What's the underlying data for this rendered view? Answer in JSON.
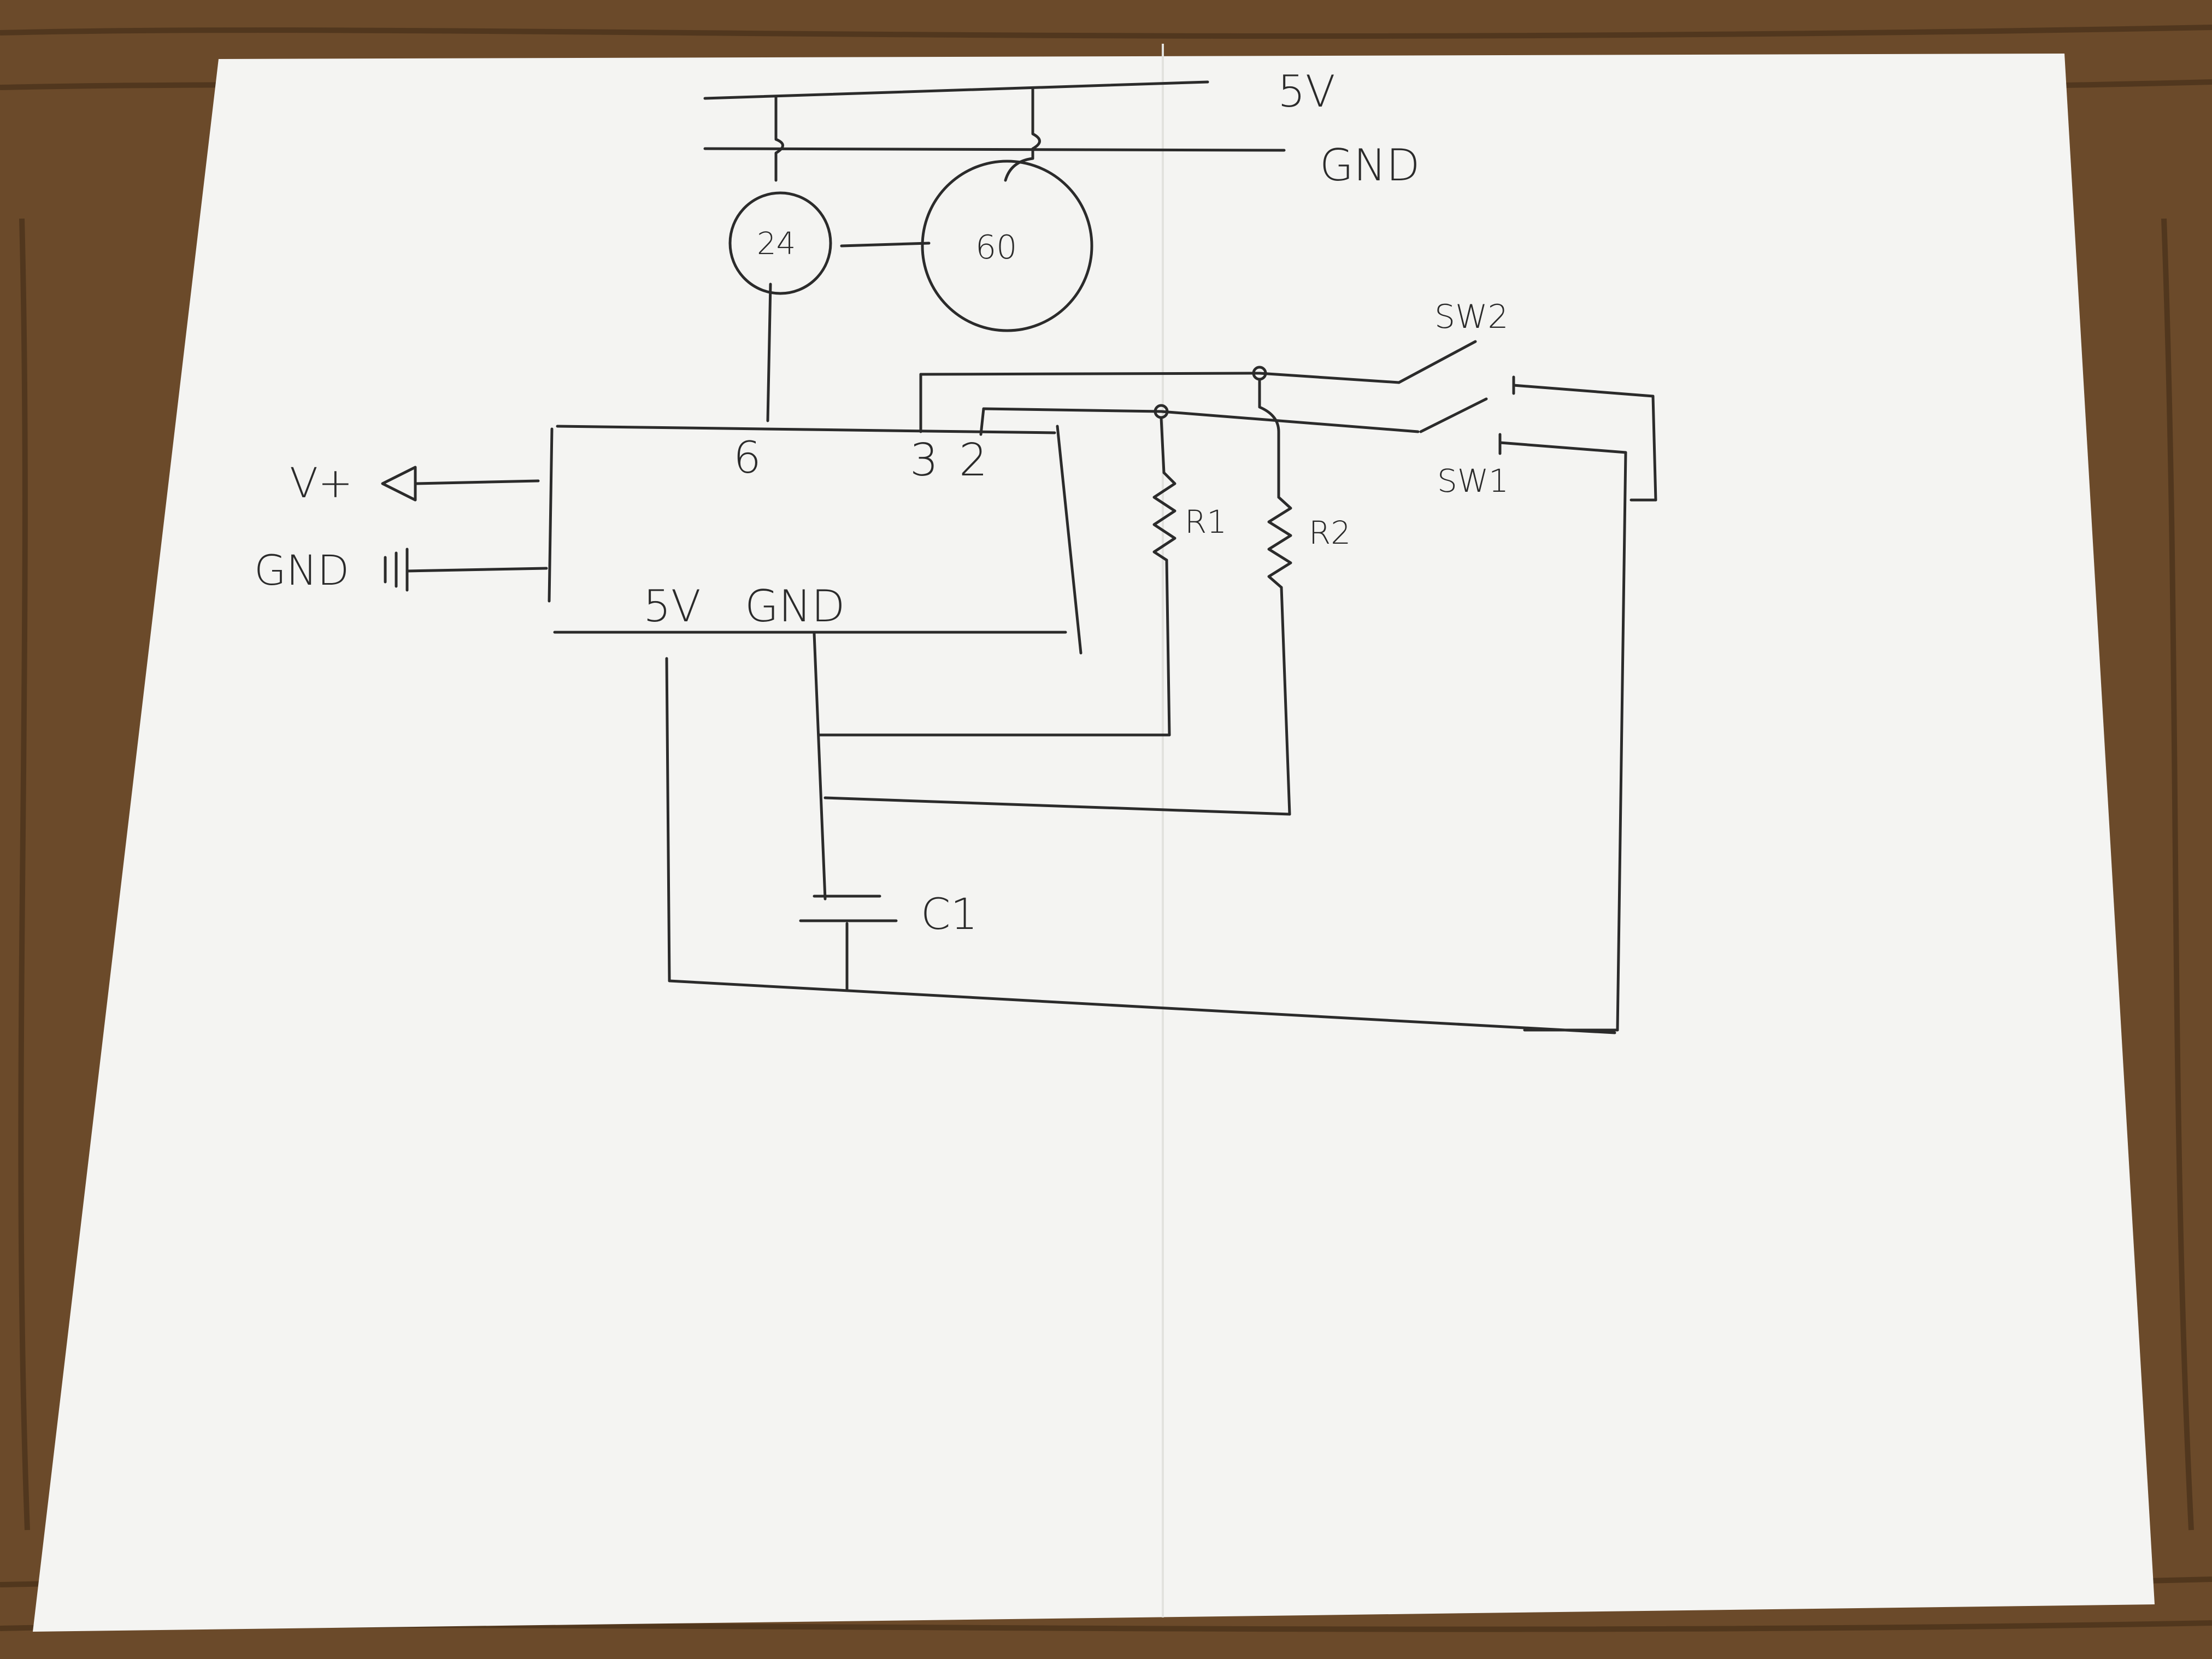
{
  "colors": {
    "desk": "#6b4a2a",
    "desk_grain": "#3d2814",
    "paper": "#f4f4f2",
    "ink": "#2b2b2b"
  },
  "rails": {
    "power": "5V",
    "ground": "GND"
  },
  "parts": {
    "small_circle": "24",
    "large_circle": "60",
    "switch_2": "SW2",
    "switch_1": "SW1",
    "resistor_1": "R1",
    "resistor_2": "R2",
    "capacitor": "C1"
  },
  "chip": {
    "pin_6": "6",
    "pin_3": "3",
    "pin_2": "2",
    "pin_5v": "5V",
    "pin_gnd": "GND"
  },
  "outputs": {
    "vplus": "V+",
    "gnd": "GND"
  }
}
